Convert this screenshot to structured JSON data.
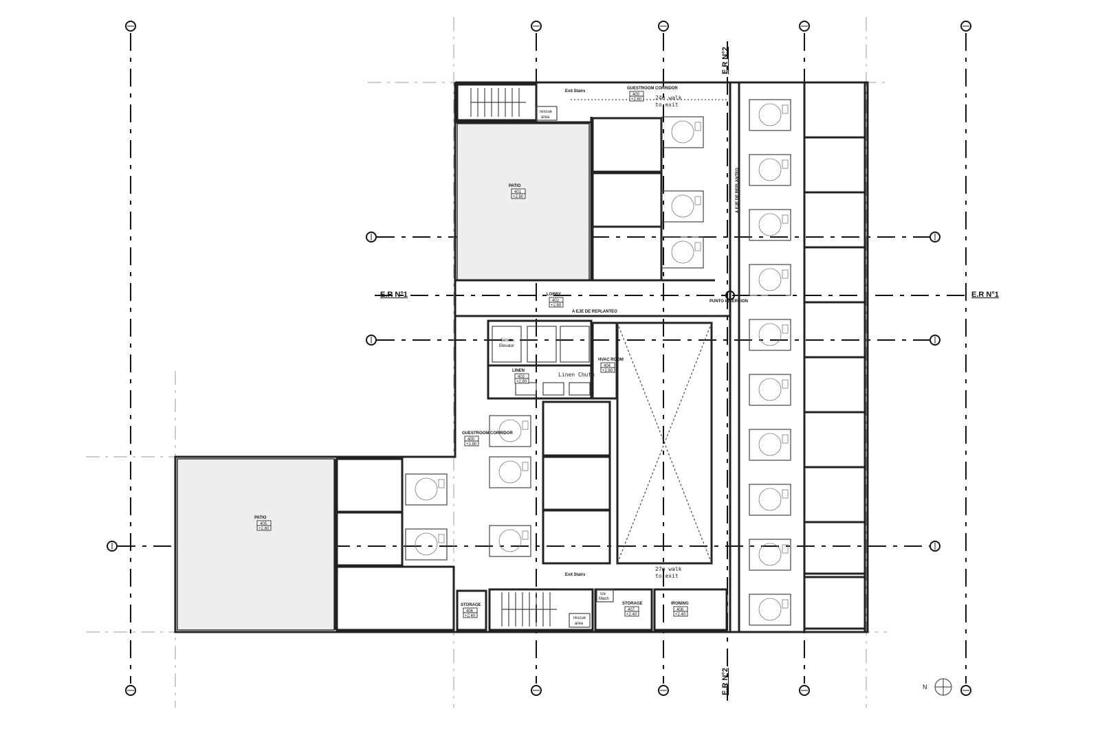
{
  "drawing": {
    "reference_lines": {
      "er1_left": "E.R N°1",
      "er1_right": "E.R N°1",
      "er2_top": "E.R N°2",
      "er2_bottom": "E.R N°2",
      "axis_note_top": "A EJE DE REPLANTEO",
      "axis_note_right": "A EJE DE REPLANTEO",
      "insertion_point": "PUNTO INSERCION"
    },
    "rooms": {
      "patio_north": {
        "name": "PATIO",
        "number": "401",
        "level": "+2.80"
      },
      "patio_south": {
        "name": "PATIO",
        "number": "405",
        "level": "+2.80"
      },
      "lobby": {
        "name": "LOBBY",
        "number": "402",
        "level": "+2.80"
      },
      "corridor_north": {
        "name": "GUESTROOM CORRIDOR",
        "number": "400",
        "level": "+2.80"
      },
      "corridor_west": {
        "name": "GUESTROOM CORRIDOR",
        "number": "400",
        "level": "+2.80"
      },
      "linen": {
        "name": "LINEN",
        "number": "403",
        "level": "+2.80"
      },
      "hvac": {
        "name": "HVAC ROOM",
        "number": "404",
        "level": "+2.80"
      },
      "storage_1": {
        "name": "STORAGE",
        "number": "406",
        "level": "+2.40"
      },
      "storage_2": {
        "name": "STORAGE",
        "number": "407",
        "level": "+2.40"
      },
      "ironing": {
        "name": "IRONING",
        "number": "408",
        "level": "+2.40"
      }
    },
    "notes": {
      "exit_stairs_north": "Exit Stairs",
      "exit_stairs_south": "Exit Stairs",
      "walk_north_1": "24m walk",
      "walk_north_2": "to exit",
      "walk_south_1": "27m walk",
      "walk_south_2": "to exit",
      "rescue_north_1": "rescue",
      "rescue_north_2": "area",
      "rescue_south_1": "rescue",
      "rescue_south_2": "area",
      "service_elevator_1": "Service",
      "service_elevator_2": "Elevator",
      "linen_chute": "Linen Chute",
      "ice_machine_1": "Ice",
      "ice_machine_2": "Mach"
    },
    "north_arrow": "N"
  }
}
